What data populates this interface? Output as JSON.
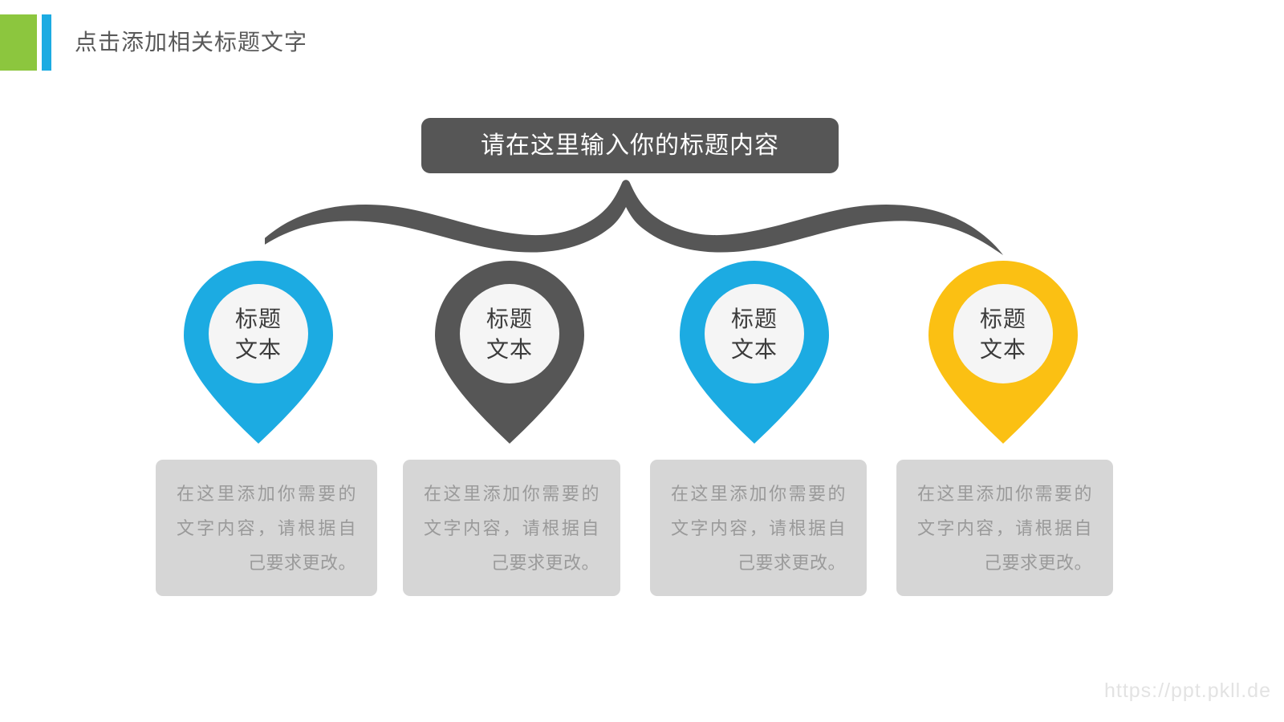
{
  "header": {
    "title": "点击添加相关标题文字",
    "green_block_color": "#8CC63E",
    "blue_bar_color": "#1CABE2",
    "title_color": "#5A5A5A"
  },
  "banner": {
    "text": "请在这里输入你的标题内容",
    "background_color": "#565656",
    "text_color": "#FFFFFF"
  },
  "connector": {
    "color": "#565656"
  },
  "pins": [
    {
      "line1": "标题",
      "line2": "文本",
      "color": "#1CABE2",
      "inner_color": "#F5F5F5",
      "text_color": "#3B3B3B"
    },
    {
      "line1": "标题",
      "line2": "文本",
      "color": "#565656",
      "inner_color": "#F5F5F5",
      "text_color": "#3B3B3B"
    },
    {
      "line1": "标题",
      "line2": "文本",
      "color": "#1CABE2",
      "inner_color": "#F5F5F5",
      "text_color": "#3B3B3B"
    },
    {
      "line1": "标题",
      "line2": "文本",
      "color": "#FBC013",
      "inner_color": "#F5F5F5",
      "text_color": "#3B3B3B"
    }
  ],
  "captions": [
    {
      "text": "在这里添加你需要的文字内容，请根据自己要求更改。",
      "background_color": "#D6D6D6",
      "text_color": "#9A9A9A"
    },
    {
      "text": "在这里添加你需要的文字内容，请根据自己要求更改。",
      "background_color": "#D6D6D6",
      "text_color": "#9A9A9A"
    },
    {
      "text": "在这里添加你需要的文字内容，请根据自己要求更改。",
      "background_color": "#D6D6D6",
      "text_color": "#9A9A9A"
    },
    {
      "text": "在这里添加你需要的文字内容，请根据自己要求更改。",
      "background_color": "#D6D6D6",
      "text_color": "#9A9A9A"
    }
  ],
  "watermark": {
    "text": "https://ppt.pkll.de",
    "color": "#E3E3E3"
  }
}
